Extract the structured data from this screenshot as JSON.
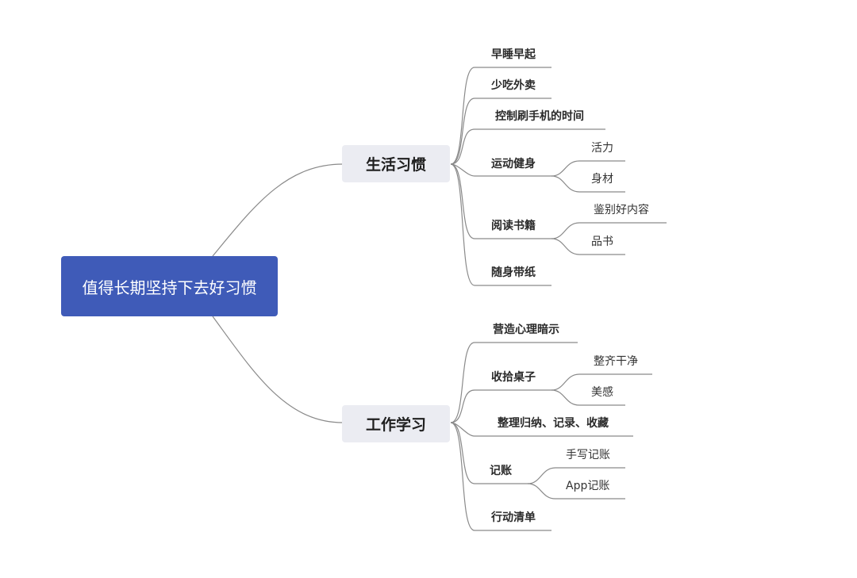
{
  "root": "值得长期坚持下去好习惯",
  "branches": [
    {
      "label": "生活习惯",
      "children": [
        {
          "label": "早睡早起"
        },
        {
          "label": "少吃外卖"
        },
        {
          "label": "控制刷手机的时间"
        },
        {
          "label": "运动健身",
          "children": [
            "活力",
            "身材"
          ]
        },
        {
          "label": "阅读书籍",
          "children": [
            "鉴别好内容",
            "品书"
          ]
        },
        {
          "label": "随身带纸"
        }
      ]
    },
    {
      "label": "工作学习",
      "children": [
        {
          "label": "营造心理暗示"
        },
        {
          "label": "收拾桌子",
          "children": [
            "整齐干净",
            "美感"
          ]
        },
        {
          "label": "整理归纳、记录、收藏"
        },
        {
          "label": "记账",
          "children": [
            "手写记账",
            "App记账"
          ]
        },
        {
          "label": "行动清单"
        }
      ]
    }
  ]
}
